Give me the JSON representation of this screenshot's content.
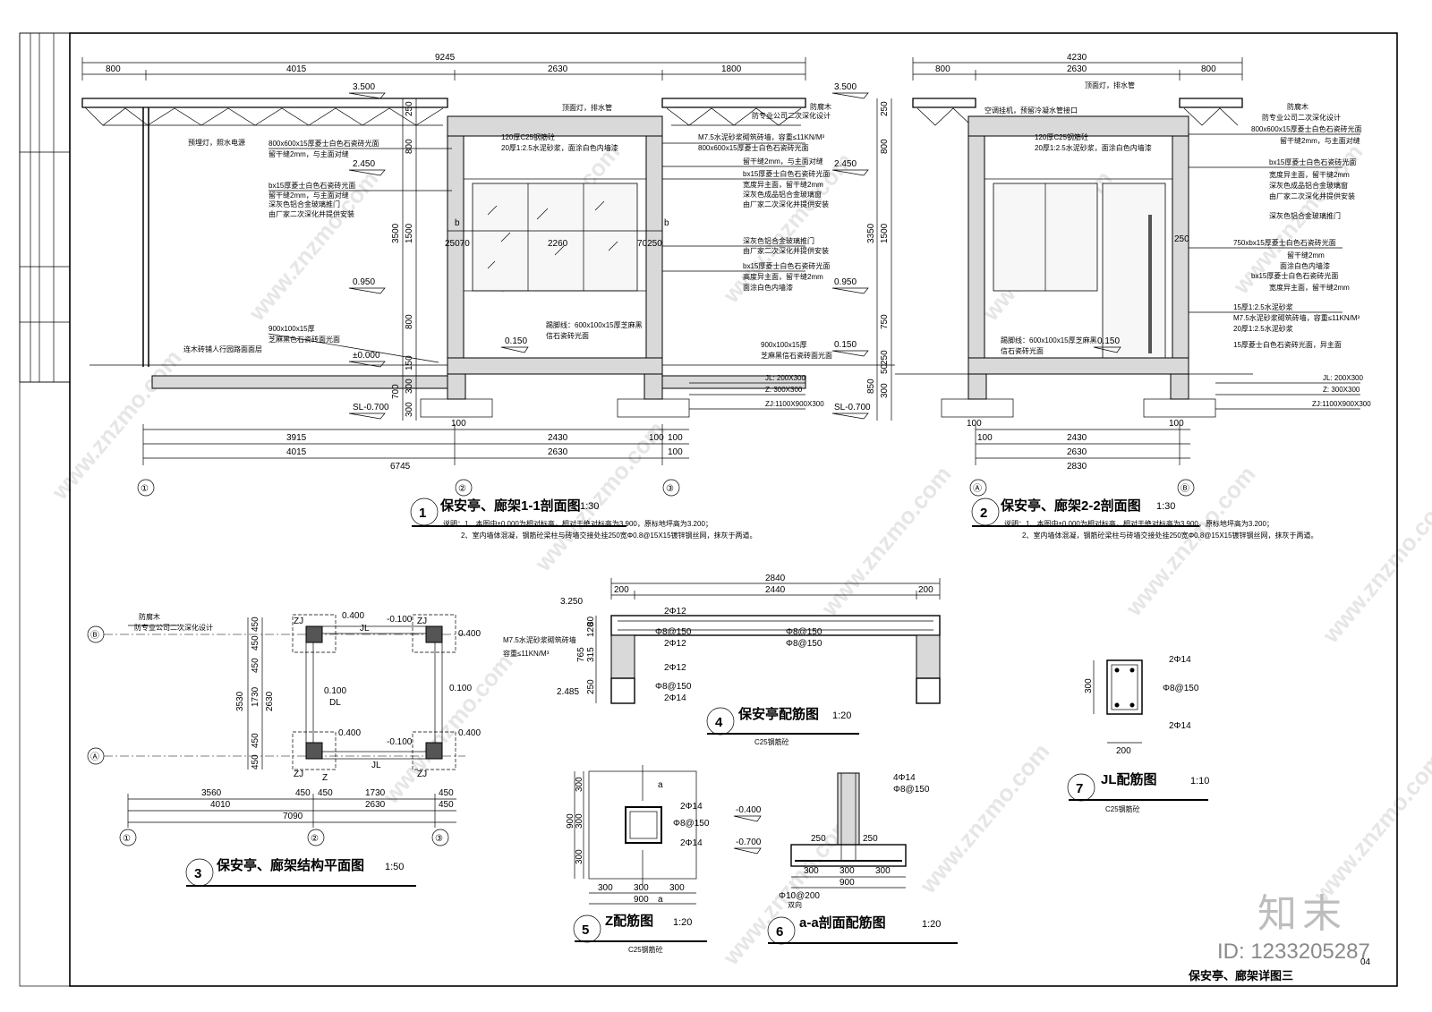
{
  "sheet": {
    "number": "04",
    "title": "保安亭、廊架详图三",
    "watermark_text": "www.znzmo.com",
    "logo_text": "知末",
    "id_text": "ID: 1233205287"
  },
  "titles": [
    {
      "num": "1",
      "label": "保安亭、廊架1-1剖面图",
      "scale": "1:30"
    },
    {
      "num": "2",
      "label": "保安亭、廊架2-2剖面图",
      "scale": "1:30"
    },
    {
      "num": "3",
      "label": "保安亭、廊架结构平面图",
      "scale": "1:50"
    },
    {
      "num": "4",
      "label": "保安亭配筋图",
      "scale": "1:20",
      "sub": "C25钢筋砼"
    },
    {
      "num": "5",
      "label": "Z配筋图",
      "scale": "1:20",
      "sub": "C25钢筋砼"
    },
    {
      "num": "6",
      "label": "a-a剖面配筋图",
      "scale": "1:20"
    },
    {
      "num": "7",
      "label": "JL配筋图",
      "scale": "1:10",
      "sub": "C25钢筋砼"
    }
  ],
  "notes": {
    "line1": "说明：1、本图中±0.000为相对标高，相对于绝对标高为3.900，原标地坪高为3.200；",
    "line2": "2、室内墙体混凝，钢筋砼梁柱与砖墙交接处挂250宽Φ0.8@15X15镀锌钢丝网，抹灰于两道。"
  },
  "section1": {
    "top_dims": [
      "9245",
      "800",
      "4015",
      "2630",
      "1800"
    ],
    "levels": [
      "3.500",
      "2.450",
      "0.950",
      "±0.000",
      "SL-0.700",
      "0.150"
    ],
    "vdims": [
      "250",
      "800",
      "1500",
      "3500",
      "800",
      "150",
      "300",
      "700",
      "300"
    ],
    "inner_dims": [
      "25070",
      "2260",
      "70250",
      "b",
      "b"
    ],
    "bottom_dims": [
      "3915",
      "100",
      "2430",
      "100",
      "100",
      "4015",
      "2630",
      "100",
      "6745"
    ],
    "axes": [
      "①",
      "②",
      "③"
    ],
    "labels_left": [
      "预埋灯，照水电源",
      "800x600x15厚菱士白色石瓷砖光面",
      "留干缝2mm，与主面对缝",
      "bx15厚菱士白色石瓷砖光面",
      "留干缝2mm，与主面对缝",
      "深灰色铝合金玻璃推门",
      "由厂家二次深化并提供安装",
      "900x100x15厚",
      "芝麻黑色石瓷砖面光面",
      "连木砖铺人行园路面面层"
    ],
    "labels_right": [
      "防腐木",
      "防专业公司二次深化设计",
      "120厚C25钢筋砼",
      "20厚1:2.5水泥砂浆，面涂白色内墙漆",
      "顶面灯，排水管",
      "M7.5水泥砂浆砌筑砖墙，容重≤11KN/M³",
      "800x600x15厚菱士白色石瓷砖光面",
      "留干缝2mm，与主面对缝",
      "bx15厚菱士白色石瓷砖光面",
      "宽度异主面，留干缝2mm",
      "深灰色成品铝合金玻璃窗",
      "由厂家二次深化并提供安装",
      "深灰色铝合金玻璃推门",
      "由厂家二次深化并提供安装",
      "bx15厚菱士白色石瓷砖光面",
      "高度异主面，留干缝2mm",
      "面涂白色内墙漆",
      "踢脚线：600x100x15厚芝麻黑",
      "信石瓷砖光面",
      "900x100x15厚",
      "芝麻黑信石瓷砖面光面",
      "JL: 200X300",
      "Z: 300X300",
      "ZJ:1100X900X300"
    ]
  },
  "section2": {
    "top_dims": [
      "4230",
      "800",
      "2630",
      "800"
    ],
    "levels": [
      "3.500",
      "2.450",
      "0.950",
      "0.150",
      "SL-0.700"
    ],
    "vdims": [
      "250",
      "800",
      "1500",
      "3350",
      "750",
      "250",
      "850",
      "300",
      "50"
    ],
    "bottom_dims": [
      "100",
      "100",
      "2430",
      "100",
      "2630",
      "2830"
    ],
    "axes": [
      "Ⓐ",
      "Ⓑ"
    ],
    "labels_left": [
      "空调挂机，预留冷凝水管接口",
      "顶面灯，排水管",
      "120厚C25钢筋砼",
      "20厚1:2.5水泥砂浆，面涂白色内墙漆",
      "踢脚线：600x100x15厚芝麻黑",
      "信石瓷砖光面",
      "250"
    ],
    "labels_right": [
      "防腐木",
      "防专业公司二次深化设计",
      "800x600x15厚菱士白色石瓷砖光面",
      "留干缝2mm，与主面对缝",
      "bx15厚菱士白色石瓷砖光面",
      "宽度异主面，留干缝2mm",
      "深灰色成品铝合金玻璃窗",
      "由厂家二次深化并提供安装",
      "深灰色铝合金玻璃推门",
      "750xbx15厚菱士白色石瓷砖光面",
      "留干缝2mm",
      "面涂白色内墙漆",
      "bx15厚菱士白色石瓷砖光面",
      "宽度异主面，留干缝2mm",
      "15厚1:2.5水泥砂浆",
      "M7.5水泥砂浆砌筑砖墙，容重≤11KN/M³",
      "20厚1:2.5水泥砂浆",
      "15厚菱士白色石瓷砖光面，异主面",
      "JL: 200X300",
      "Z: 300X300",
      "ZJ:1100X900X300"
    ]
  },
  "plan3": {
    "axes_v": [
      "Ⓑ",
      "Ⓐ"
    ],
    "axes_h": [
      "①",
      "②",
      "③"
    ],
    "vdims": [
      "450",
      "450",
      "450",
      "1730",
      "450",
      "450",
      "3530",
      "2630"
    ],
    "hdims": [
      "3560",
      "450",
      "450",
      "1730",
      "450",
      "4010",
      "2630",
      "450",
      "7090"
    ],
    "levels": [
      "0.400",
      "-0.100",
      "0.400",
      "0.100",
      "0.100",
      "0.400",
      "-0.100",
      "0.400"
    ],
    "tags": [
      "ZJ",
      "ZJ",
      "ZJ",
      "ZJ",
      "JL",
      "JL",
      "DL",
      "Z"
    ],
    "labels": [
      "防腐木",
      "防专业公司二次深化设计"
    ]
  },
  "rebar4": {
    "dims": [
      "2840",
      "200",
      "2440",
      "200",
      "3.250",
      "2.485",
      "80",
      "120",
      "315",
      "765",
      "250"
    ],
    "labels": [
      "2Φ12",
      "Φ8@150",
      "2Φ12",
      "Φ8@150",
      "2Φ12",
      "Φ8@150",
      "2Φ14",
      "M7.5水泥砂浆砌筑砖墙",
      "容重≤11KN/M³"
    ]
  },
  "rebar5": {
    "dims": [
      "300",
      "300",
      "300",
      "900",
      "300",
      "300",
      "300",
      "900"
    ],
    "labels": [
      "a",
      "a",
      "2Φ14",
      "Φ8@150",
      "2Φ14"
    ]
  },
  "rebar6": {
    "dims": [
      "-0.400",
      "-0.700",
      "250",
      "250",
      "300",
      "300",
      "300",
      "900",
      "Φ10@200"
    ],
    "labels": [
      "4Φ14",
      "Φ8@150",
      "双向"
    ]
  },
  "rebar7": {
    "dims": [
      "300",
      "200"
    ],
    "labels": [
      "2Φ14",
      "Φ8@150",
      "2Φ14"
    ]
  }
}
